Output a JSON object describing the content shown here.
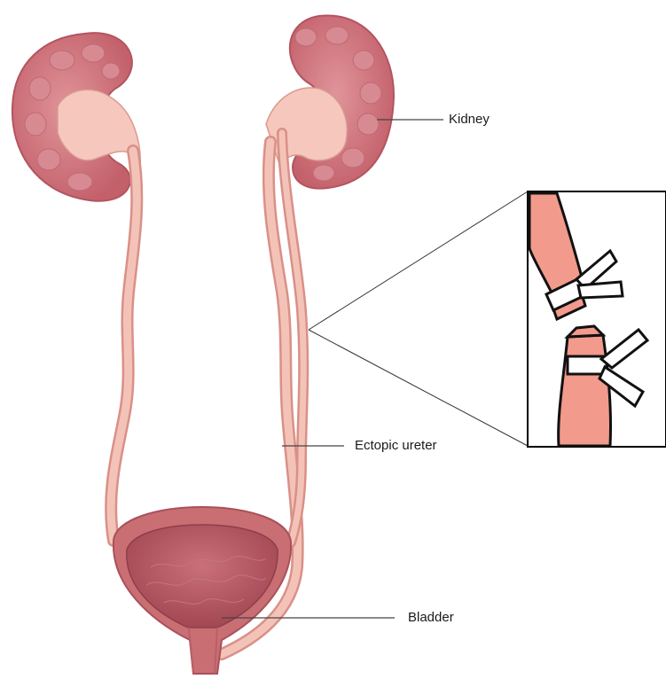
{
  "labels": {
    "kidney": "Kidney",
    "ectopic_ureter": "Ectopic ureter",
    "bladder": "Bladder"
  },
  "colors": {
    "kidney_outer": "#c9676f",
    "kidney_inner": "#d98088",
    "pelvis": "#f6c8bd",
    "ureter": "#f2b7ab",
    "ureter_edge": "#d98f86",
    "bladder_wall": "#c86b6f",
    "bladder_inner": "#b8565e",
    "inset_fill": "#f29a8c",
    "leader_line": "#444444"
  },
  "icons": {
    "ligature_top": "ligature-clip-icon",
    "ligature_bottom": "ligature-clip-icon"
  }
}
